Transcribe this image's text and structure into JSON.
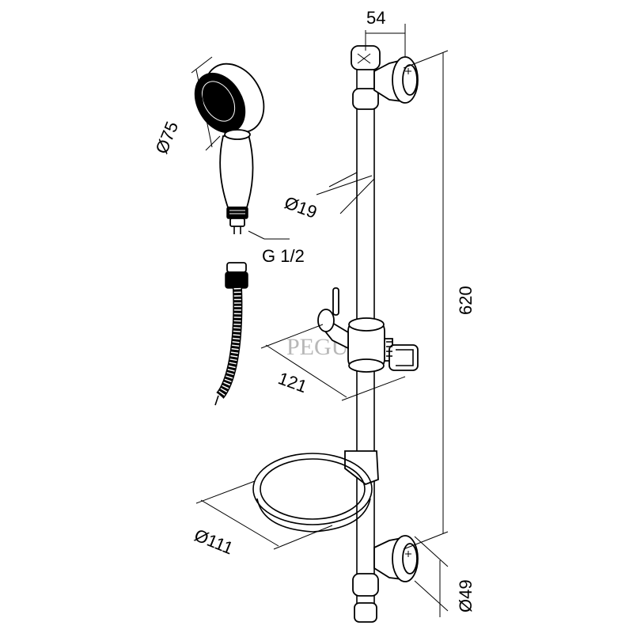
{
  "drawing": {
    "dimensions": {
      "bracket_depth": "54",
      "hand_shower_diameter": "Ø75",
      "rail_diameter": "Ø19",
      "connection_thread": "G 1/2",
      "rail_length": "620",
      "slider_projection": "121",
      "soap_dish_diameter": "Ø111",
      "wall_flange_diameter": "Ø49"
    },
    "watermark": "PEGU"
  }
}
